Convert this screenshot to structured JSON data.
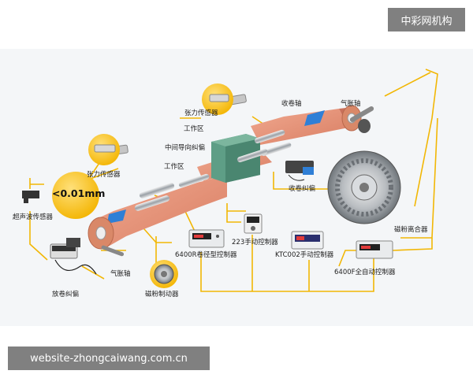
{
  "watermark": {
    "brand": "中彩网机构",
    "website": "website-zhongcaiwang.com.cn"
  },
  "diagram": {
    "precision_badge": "<0.01mm",
    "labels": {
      "tension_sensor_top": "张力传感器",
      "rewind_shaft": "收卷轴",
      "air_shaft_top": "气胀轴",
      "work_area_top": "工作区",
      "middle_guide": "中间导向纠偏",
      "work_area_mid": "工作区",
      "tension_sensor_left": "张力传感器",
      "rewind_correction": "收卷纠偏",
      "ultrasonic_sensor": "超声波传感器",
      "magnetic_clutch": "磁粉离合器",
      "controller_223": "223手动控制器",
      "controller_6400r": "6400R卷径型控制器",
      "controller_ktc002": "KTC002手动控制器",
      "controller_6400f": "6400F全自动控制器",
      "air_shaft_bottom": "气胀轴",
      "unwind_correction": "放卷纠偏",
      "magnetic_brake": "磁粉制动器"
    }
  },
  "colors": {
    "connector": "#F2B705",
    "web": "#E8957A",
    "web_dark": "#C9705A",
    "arrow_blue": "#2F7FD6",
    "machine_green": "#5E9E86",
    "background_panel": "#F4F6F8"
  }
}
